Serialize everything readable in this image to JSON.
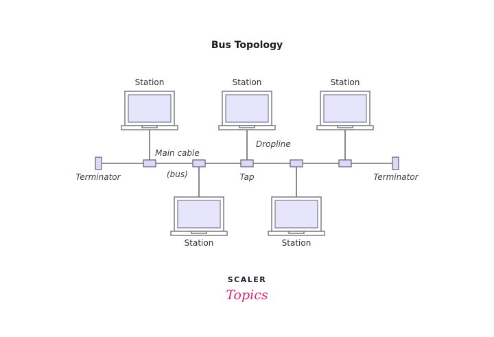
{
  "title": "Bus Topology",
  "labels": {
    "station": "Station",
    "main_cable": "Main cable",
    "bus": "(bus)",
    "dropline": "Dropline",
    "tap": "Tap",
    "terminator": "Terminator"
  },
  "logo": {
    "line1": "SCALER",
    "line2": "Topics"
  },
  "colors": {
    "outline": "#6b6b78",
    "fill": "#e7e5fb",
    "brand_pink": "#e0256f"
  }
}
